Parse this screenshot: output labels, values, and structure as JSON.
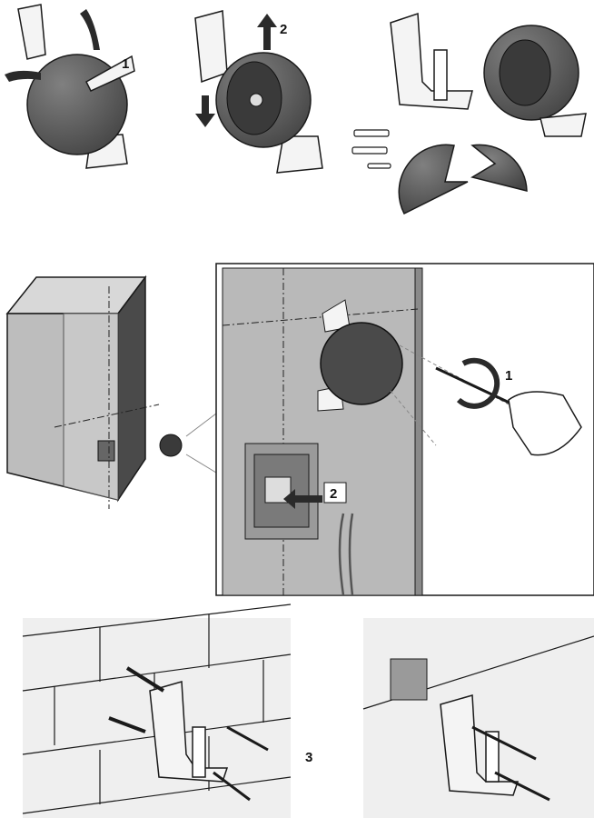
{
  "colors": {
    "ball": "#5e5e5e",
    "ball_dark": "#3f3f3f",
    "wall": "#b9b9b9",
    "panel": "#efefef",
    "outline": "#1a1a1a",
    "bracket": "#f4f4f4"
  },
  "steps": {
    "top_left_step": "1",
    "top_middle_step": "2",
    "detail_screw_step": "1",
    "detail_cable_step": "2",
    "bottom_step": "3"
  }
}
